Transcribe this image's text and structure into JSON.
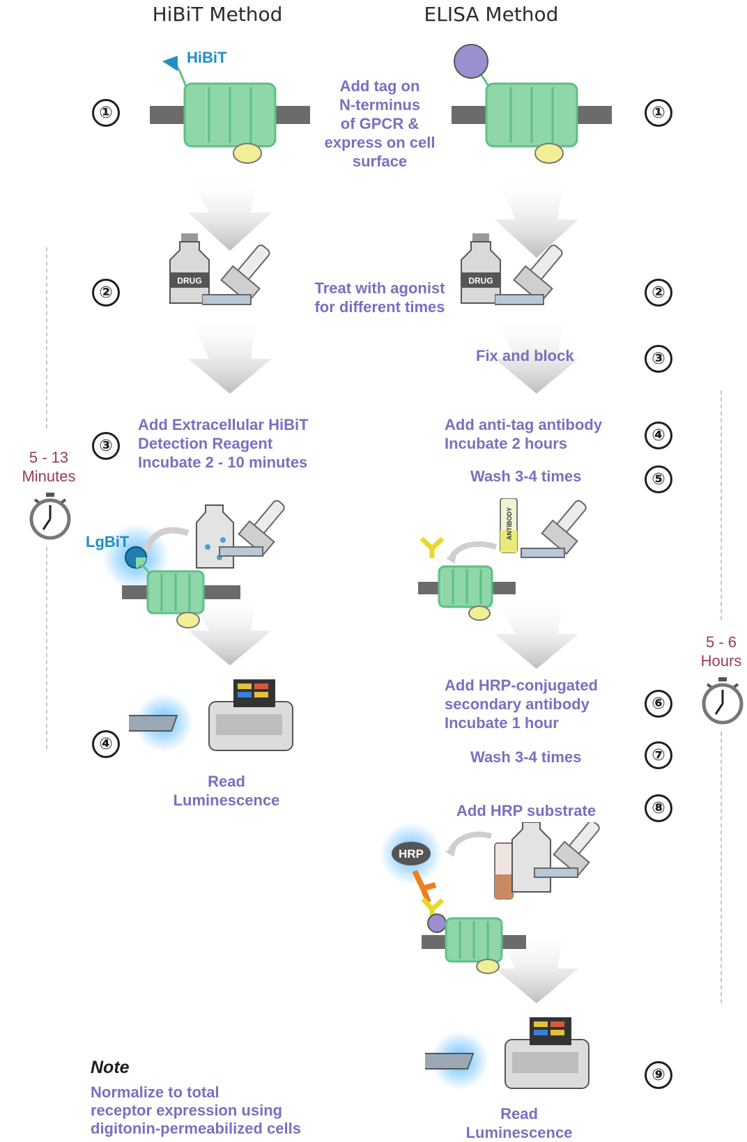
{
  "titles": {
    "left": "HiBiT Method",
    "right": "ELISA Method"
  },
  "steps": {
    "shared_1": "Add tag on\nN-terminus\nof GPCR &\nexpress on cell\nsurface",
    "shared_2": "Treat with agonist\nfor different times",
    "elisa_3": "Fix and block",
    "hibit_3": "Add Extracellular HiBiT\nDetection Reagent\nIncubate 2 - 10 minutes",
    "elisa_4": "Add anti-tag antibody\nIncubate 2 hours",
    "elisa_5": "Wash 3-4 times",
    "elisa_6": "Add HRP-conjugated\nsecondary antibody\nIncubate 1 hour",
    "elisa_7": "Wash 3-4 times",
    "elisa_8": "Add HRP substrate",
    "hibit_read": "Read\nLuminescence",
    "elisa_read": "Read\nLuminescence"
  },
  "numbers": {
    "hibit": [
      "①",
      "②",
      "③",
      "④"
    ],
    "elisa": [
      "①",
      "②",
      "③",
      "④",
      "⑤",
      "⑥",
      "⑦",
      "⑧",
      "⑨"
    ]
  },
  "labels": {
    "hibit_tag": "HiBiT",
    "lgbit": "LgBiT",
    "hrp": "HRP",
    "drug": "DRUG",
    "antibody": "ANTIBODY"
  },
  "timing": {
    "hibit": "5 - 13\nMinutes",
    "elisa": "5 - 6\nHours"
  },
  "note": {
    "title": "Note",
    "body": "Normalize to total\nreceptor expression using\ndigitonin-permeabilized cells"
  },
  "colors": {
    "step_text": "#7a6fc0",
    "receptor": "#8fd6a8",
    "membrane": "#6b6b6b",
    "hibit_tag": "#1f8fc4",
    "elisa_tag": "#9b8fd0",
    "g_protein": "#f2ee94",
    "glow": "#4fb4ff",
    "time_text": "#9b3b4e"
  },
  "icons": [
    "receptor-icon",
    "drug-bottle-icon",
    "pipette-icon",
    "timer-icon",
    "plate-reader-icon",
    "antibody-icon"
  ]
}
